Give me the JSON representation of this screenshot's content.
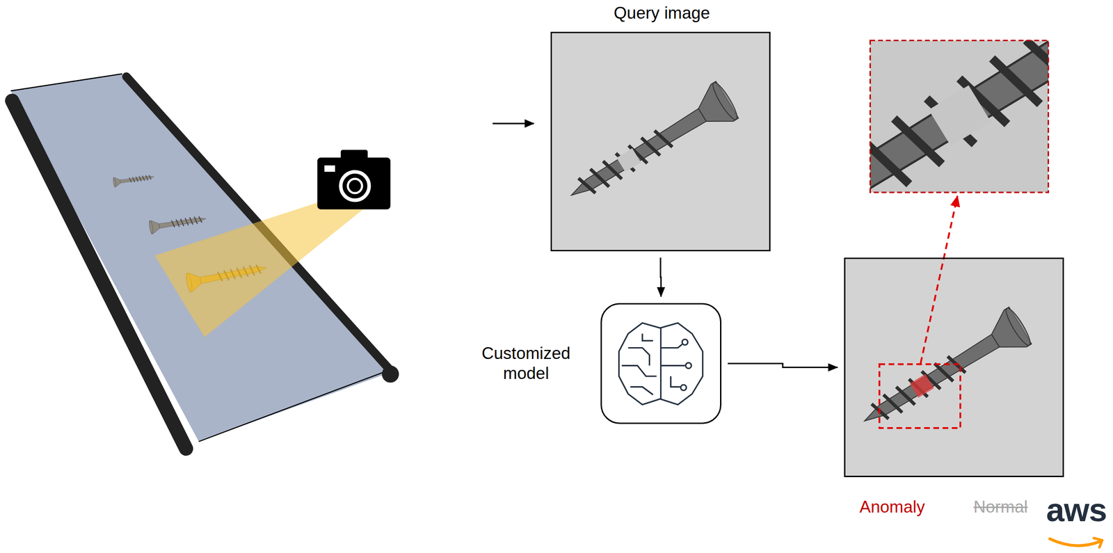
{
  "diagram": {
    "nodes": [
      {
        "text": [
          "Query image"
        ]
      },
      {
        "text": [
          "Customized model"
        ]
      },
      {
        "text": [
          "Anomaly",
          "Normal"
        ]
      }
    ],
    "edges": [
      {
        "from": 0,
        "to": 1,
        "arrow": "to"
      },
      {
        "from": 1,
        "to": 2,
        "arrow": "to"
      }
    ],
    "labels": [
      "aws"
    ]
  }
}
